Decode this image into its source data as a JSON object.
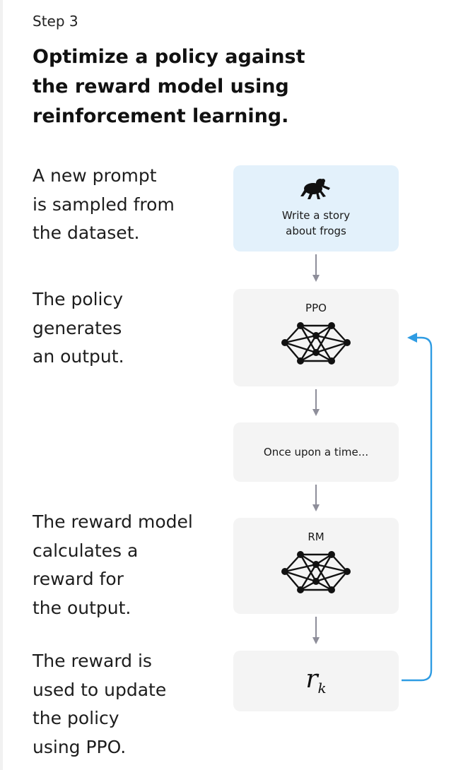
{
  "step": "Step 3",
  "title": [
    "Optimize a policy against",
    "the reward model using",
    "reinforcement learning."
  ],
  "descriptions": {
    "prompt": [
      "A new prompt",
      "is sampled from",
      "the dataset."
    ],
    "policy": [
      "The policy",
      "generates",
      "an output."
    ],
    "reward_model": [
      "The reward model",
      "calculates a",
      "reward for",
      "the output."
    ],
    "update": [
      "The reward is",
      "used to update",
      "the policy",
      "using PPO."
    ]
  },
  "boxes": {
    "prompt": {
      "lines": [
        "Write a story",
        "about frogs"
      ],
      "icon": "frog-icon"
    },
    "ppo": {
      "label": "PPO",
      "icon": "neural-network-icon"
    },
    "output": {
      "label": "Once upon a time..."
    },
    "rm": {
      "label": "RM",
      "icon": "neural-network-icon"
    },
    "reward": {
      "symbol": "r",
      "subscript": "k"
    }
  },
  "colors": {
    "prompt_box": "#e3f1fb",
    "box": "#f4f4f4",
    "down_arrow": "#8e8e9a",
    "feedback_arrow": "#2f9ce3"
  }
}
